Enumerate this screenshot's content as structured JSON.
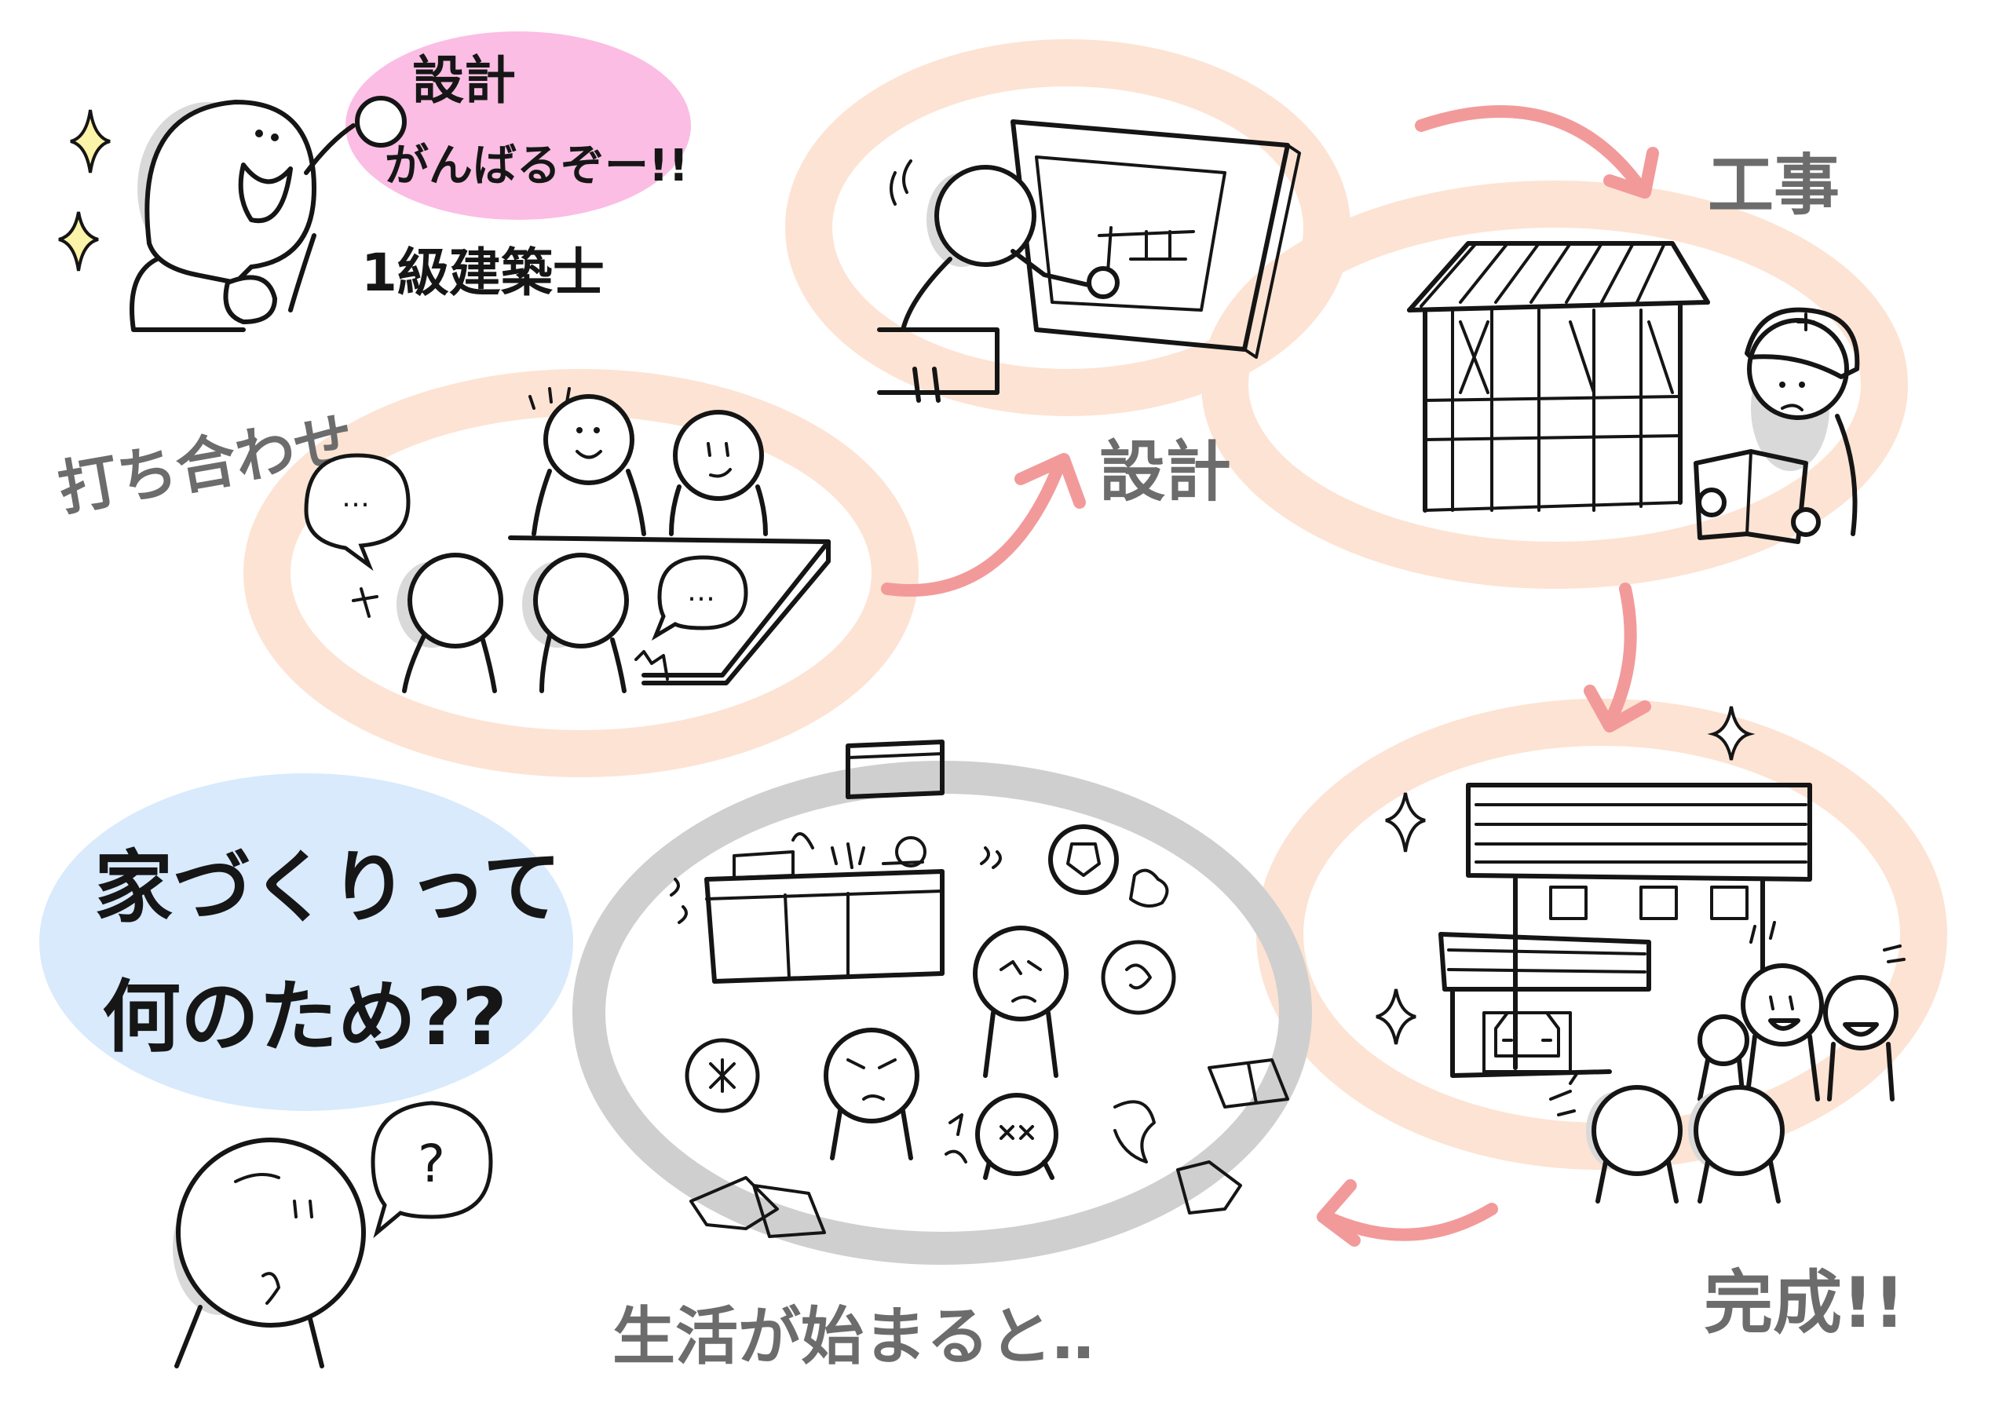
{
  "architect": {
    "speech_line1": "設計",
    "speech_line2": "がんばるぞー!!",
    "title": "1級建築士"
  },
  "steps": {
    "meeting": "打ち合わせ",
    "design": "設計",
    "construction": "工事",
    "completion": "完成!!",
    "living": "生活が始まると‥"
  },
  "question": {
    "line1": "家づくりって",
    "line2": "何のため??"
  },
  "bubbles": {
    "ellipsis": "…",
    "question_mark": "?"
  },
  "colors": {
    "peach_ring": "#fde3d3",
    "pink_bubble": "#fbbde3",
    "blue_bubble": "#d8eafc",
    "gray_ring": "#cfcfcf",
    "arrow": "#f29a9a",
    "sparkle_yellow": "#fbf3a8",
    "ink": "#151515",
    "gray_text": "#6c6c6c"
  }
}
